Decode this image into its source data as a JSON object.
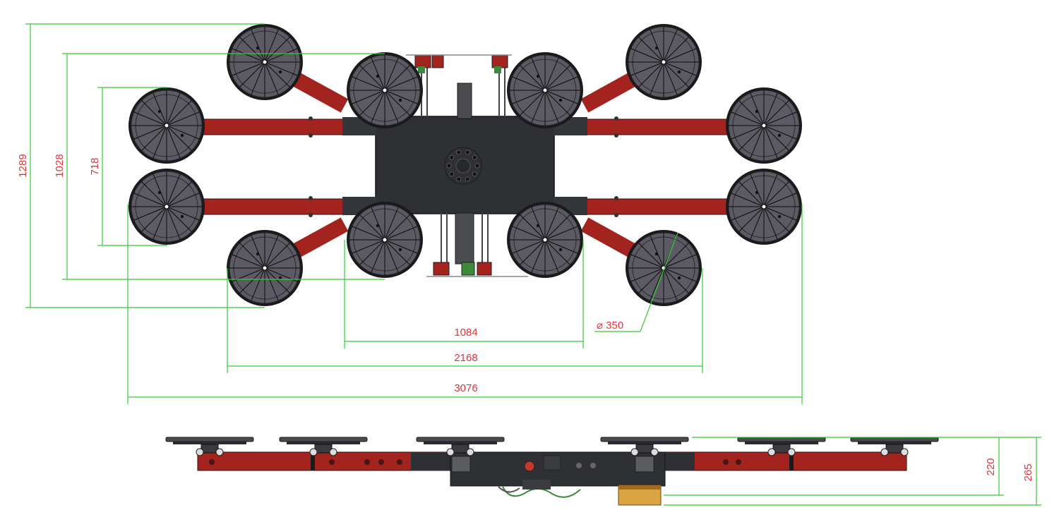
{
  "colors": {
    "dimension": "#33cc33",
    "label": "#e0353a",
    "frame": "#2e3033",
    "arm": "#a3231f",
    "pad": "#5c5a63",
    "pad_dark": "#1a1a1c",
    "pad_line": "#0c0c0c",
    "brass": "#d9a441"
  },
  "dimensions": {
    "height_outer": "1289",
    "height_mid": "1028",
    "height_inner": "718",
    "width_inner": "1084",
    "width_mid": "2168",
    "width_outer": "3076",
    "pad_diameter": "⌀ 350",
    "side_height_inner": "220",
    "side_height_outer": "265"
  }
}
